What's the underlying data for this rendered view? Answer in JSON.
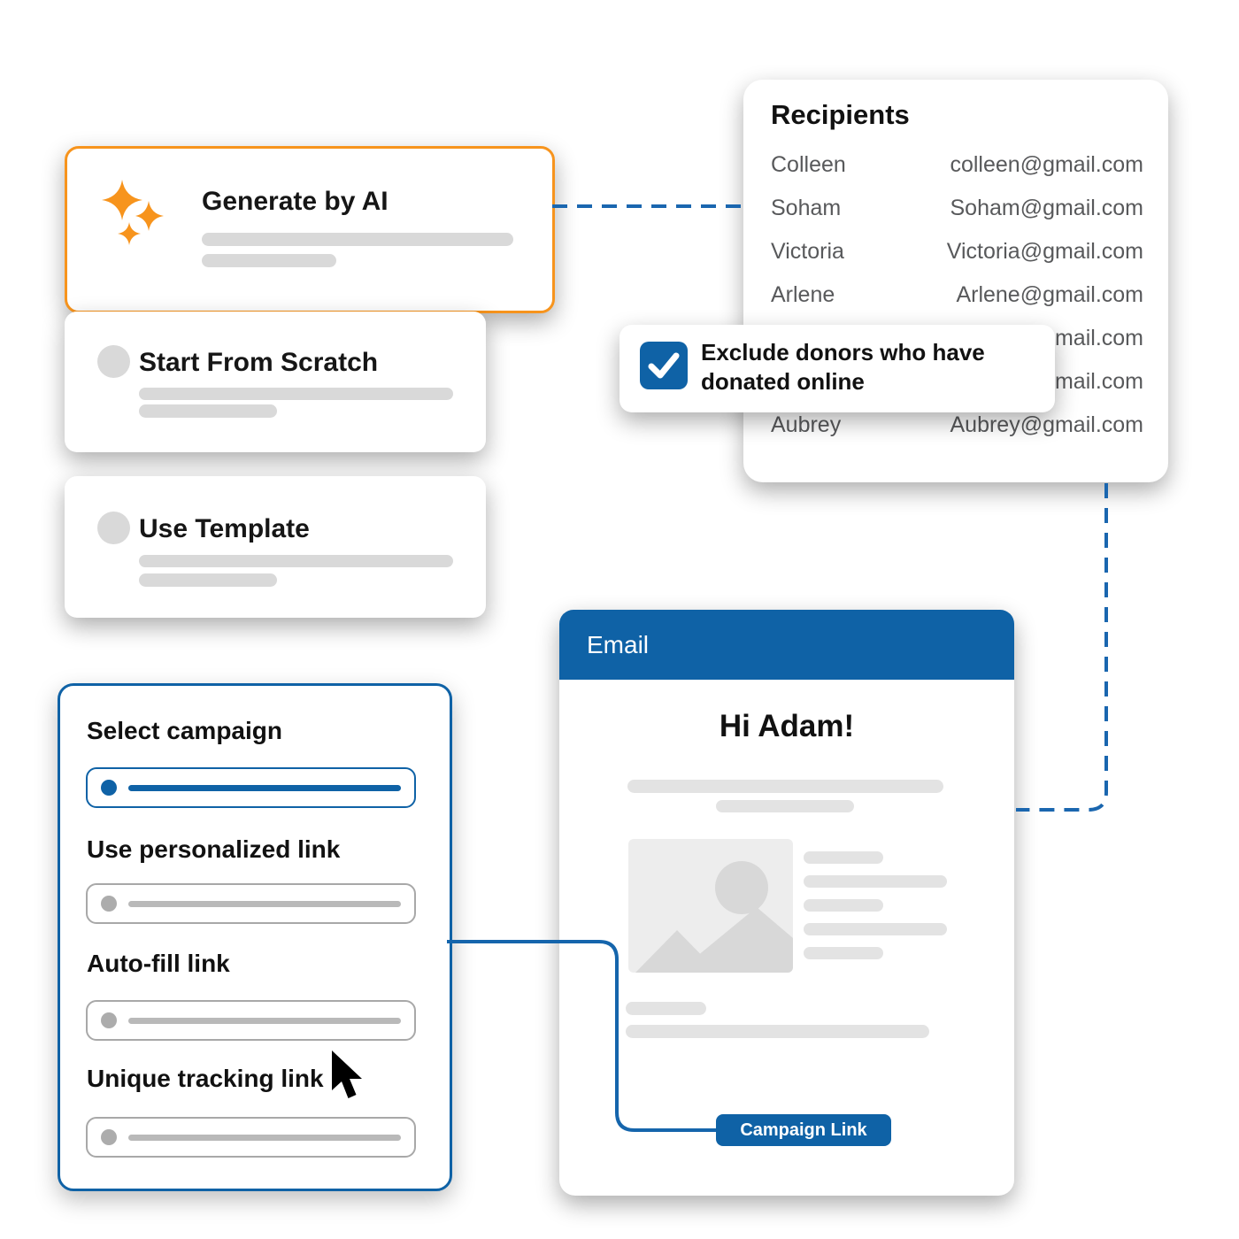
{
  "canvas": {
    "background": "#FFFFFF"
  },
  "colors": {
    "accent_orange": "#F7941D",
    "primary_blue": "#0F62A6",
    "connector_blue": "#1A66AF",
    "placeholder_gray": "#D9D9D9",
    "placeholder_light_gray": "#E3E3E3",
    "text_dark": "#1A1A1A",
    "text_gray": "#58595B"
  },
  "options": [
    {
      "label": "Generate by AI",
      "icon": "sparkles-icon",
      "highlighted": true
    },
    {
      "label": "Start From Scratch",
      "icon": "radio-circle",
      "highlighted": false
    },
    {
      "label": "Use Template",
      "icon": "radio-circle",
      "highlighted": false
    }
  ],
  "recipients": {
    "title": "Recipients",
    "rows": [
      {
        "name": "Colleen",
        "email": "colleen@gmail.com"
      },
      {
        "name": "Soham",
        "email": "Soham@gmail.com"
      },
      {
        "name": "Victoria",
        "email": "Victoria@gmail.com"
      },
      {
        "name": "Arlene",
        "email": "Arlene@gmail.com"
      },
      {
        "name": "",
        "email": "@gmail.com"
      },
      {
        "name": "",
        "email": "@gmail.com"
      },
      {
        "name": "Aubrey",
        "email": "Aubrey@gmail.com"
      }
    ]
  },
  "exclude_note": {
    "label": "Exclude donors who have donated online",
    "checked": true,
    "icon": "checkbox-check-icon"
  },
  "campaign_panel": {
    "fields": [
      {
        "label": "Select campaign",
        "state": "active"
      },
      {
        "label": "Use personalized link",
        "state": "inactive"
      },
      {
        "label": "Auto-fill link",
        "state": "inactive"
      },
      {
        "label": "Unique tracking link",
        "state": "inactive"
      }
    ],
    "cursor": "arrow-cursor-icon"
  },
  "email_preview": {
    "window_title": "Email",
    "greeting": "Hi Adam!",
    "button_label": "Campaign Link",
    "image": "image-placeholder-icon"
  }
}
